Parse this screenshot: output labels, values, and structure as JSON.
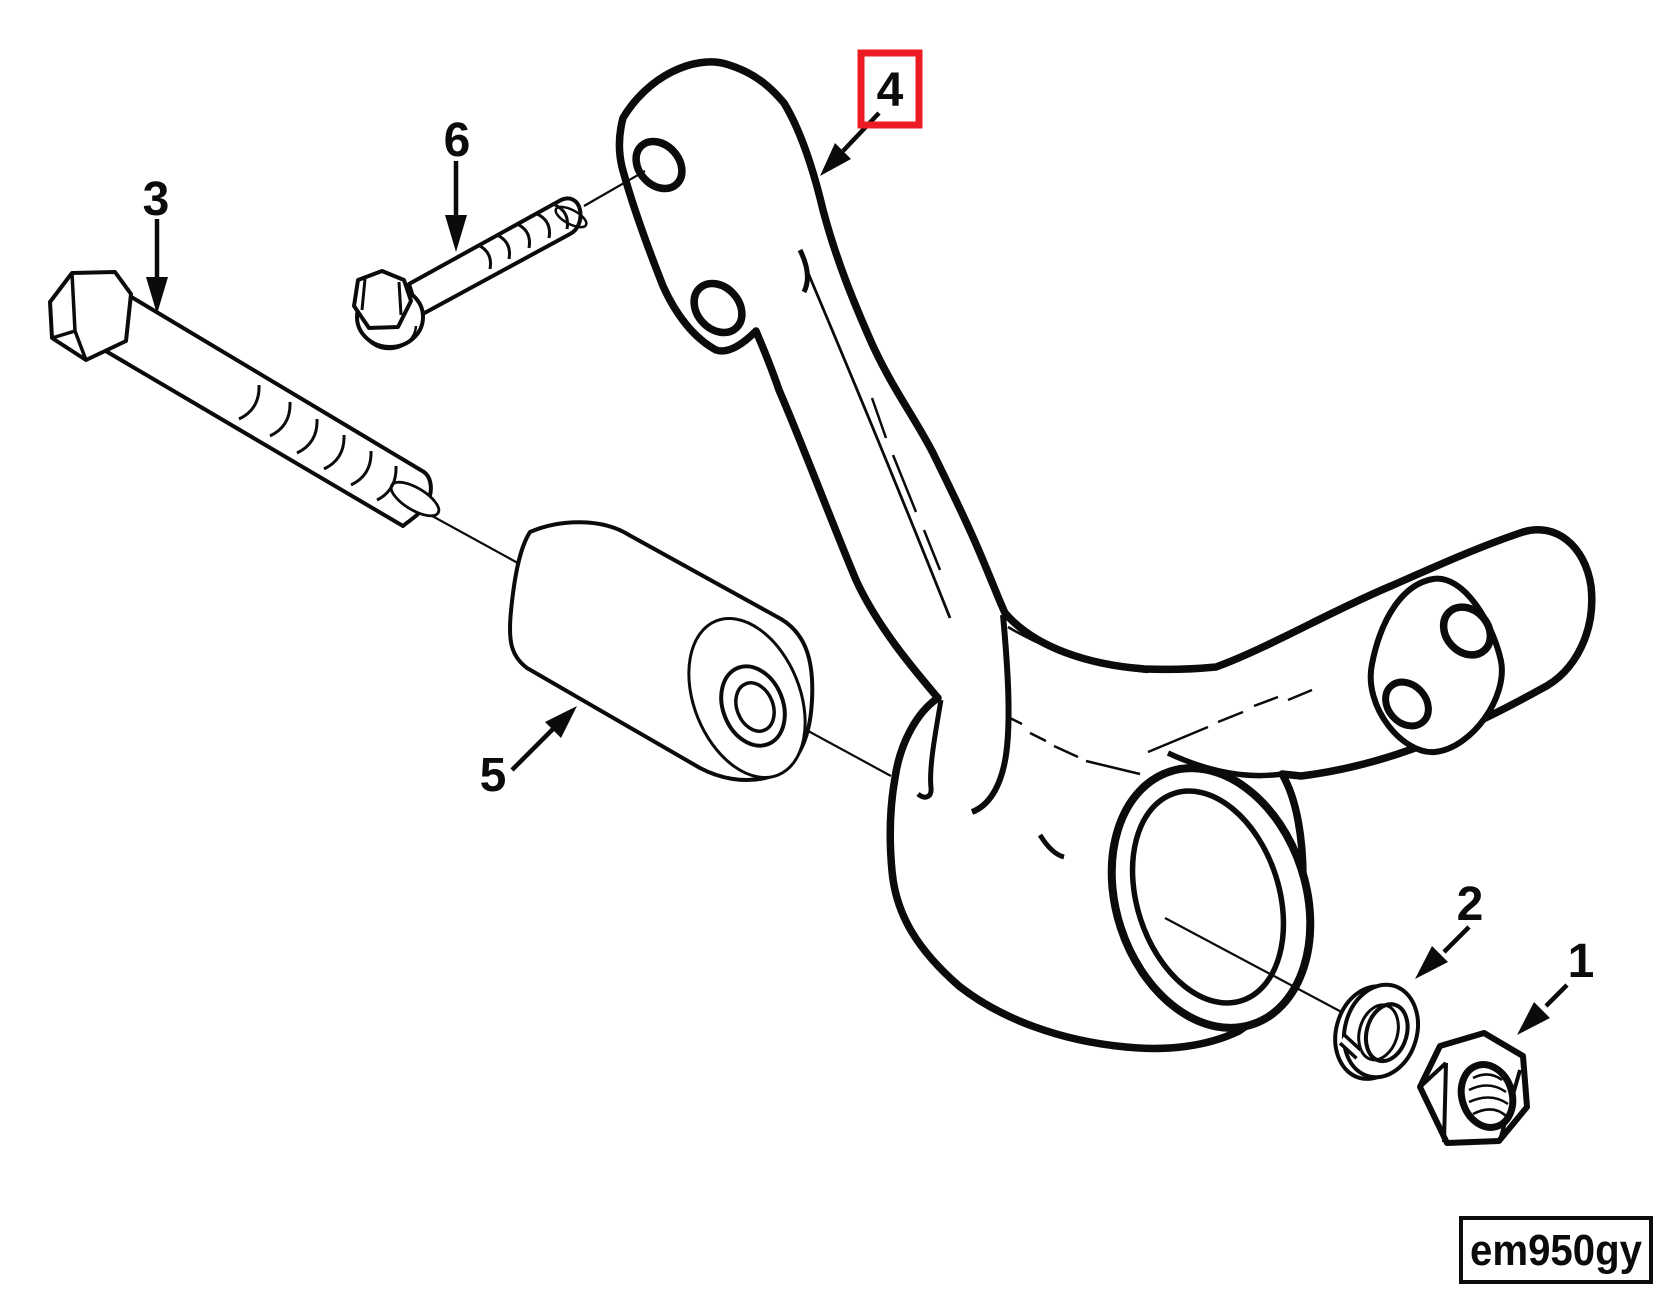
{
  "diagram": {
    "figure_code": "em950gy",
    "highlight_color": "#ed1c24",
    "line_color": "#0b0b0b",
    "background_color": "#ffffff",
    "highlighted_callout": "4",
    "callouts": [
      {
        "label": "1"
      },
      {
        "label": "2"
      },
      {
        "label": "3"
      },
      {
        "label": "4"
      },
      {
        "label": "5"
      },
      {
        "label": "6"
      }
    ]
  }
}
